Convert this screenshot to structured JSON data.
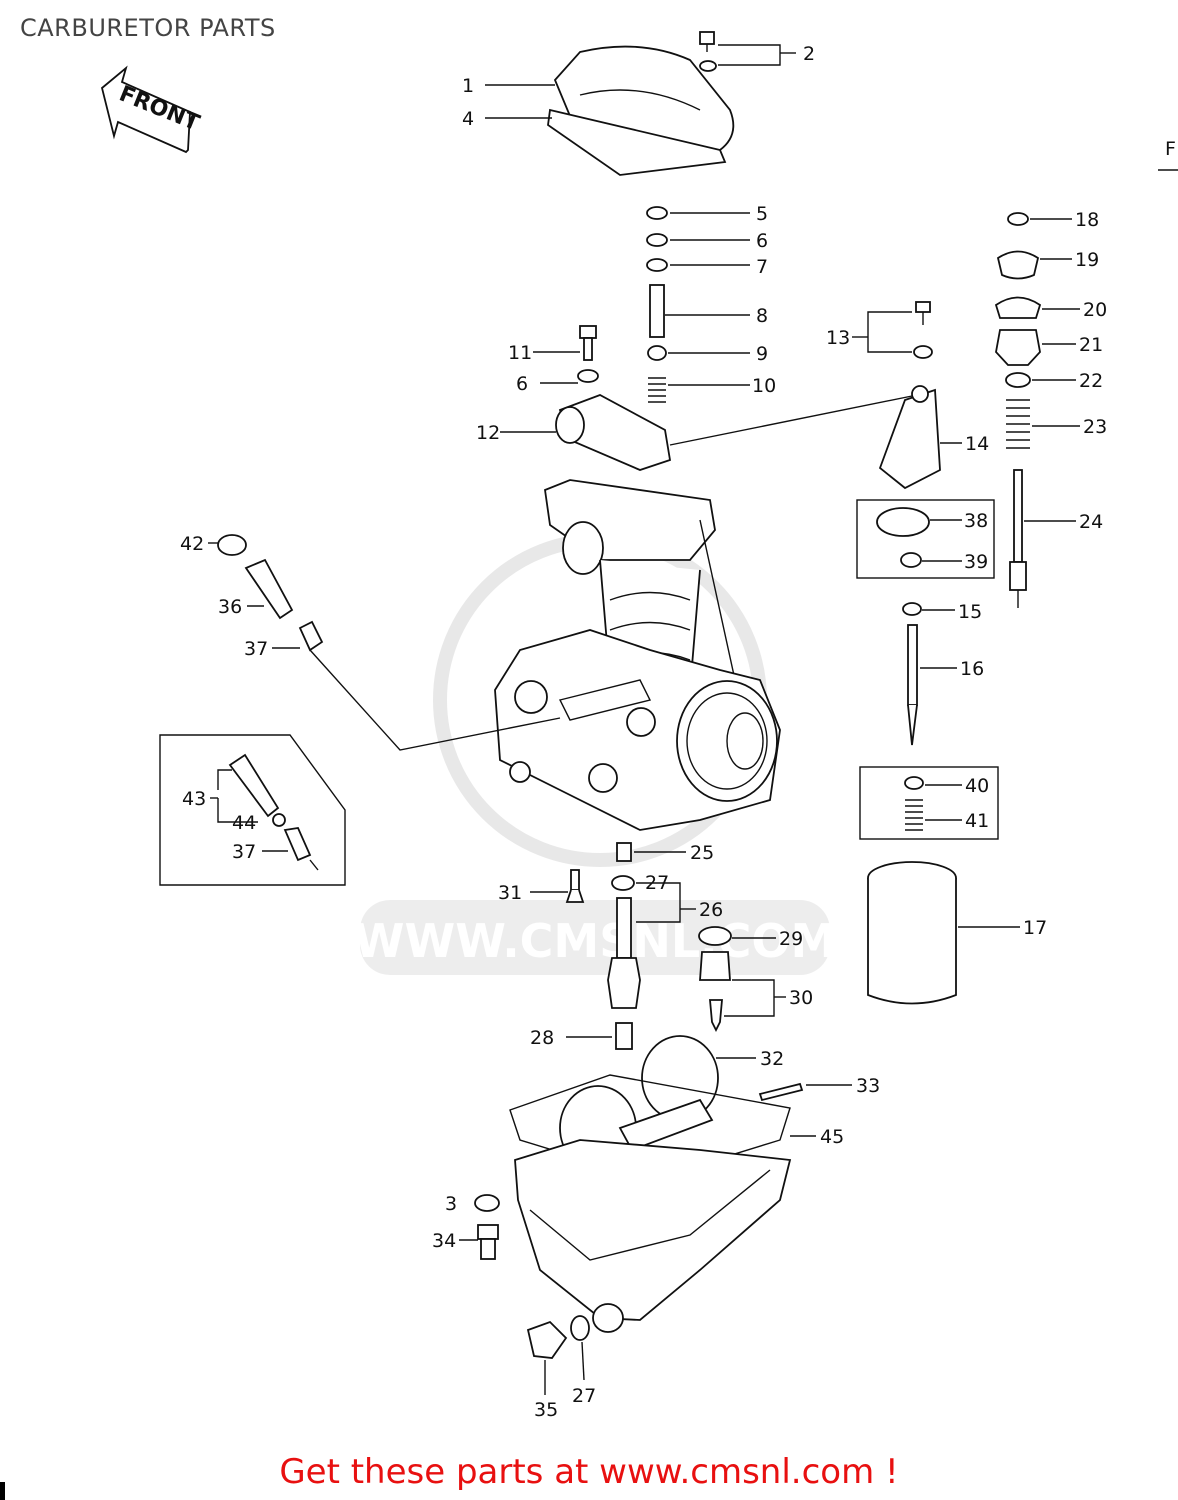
{
  "title": "CARBURETOR PARTS",
  "front_arrow": "FRONT",
  "corner_fragment": "F",
  "watermark": "WWW.CMSNL.COM",
  "cta": "Get these parts at www.cmsnl.com !",
  "callouts": {
    "n1": "1",
    "n2": "2",
    "n3": "3",
    "n4": "4",
    "n5": "5",
    "n6a": "6",
    "n6b": "6",
    "n7": "7",
    "n8": "8",
    "n9": "9",
    "n10": "10",
    "n11": "11",
    "n12": "12",
    "n13": "13",
    "n14": "14",
    "n15": "15",
    "n16": "16",
    "n17": "17",
    "n18": "18",
    "n19": "19",
    "n20": "20",
    "n21": "21",
    "n22": "22",
    "n23": "23",
    "n24": "24",
    "n25": "25",
    "n26": "26",
    "n27a": "27",
    "n27b": "27",
    "n28": "28",
    "n29": "29",
    "n30": "30",
    "n31": "31",
    "n32": "32",
    "n33": "33",
    "n34": "34",
    "n35": "35",
    "n36": "36",
    "n37a": "37",
    "n37b": "37",
    "n38": "38",
    "n39": "39",
    "n40": "40",
    "n41": "41",
    "n42": "42",
    "n43": "43",
    "n44": "44",
    "n45": "45"
  }
}
